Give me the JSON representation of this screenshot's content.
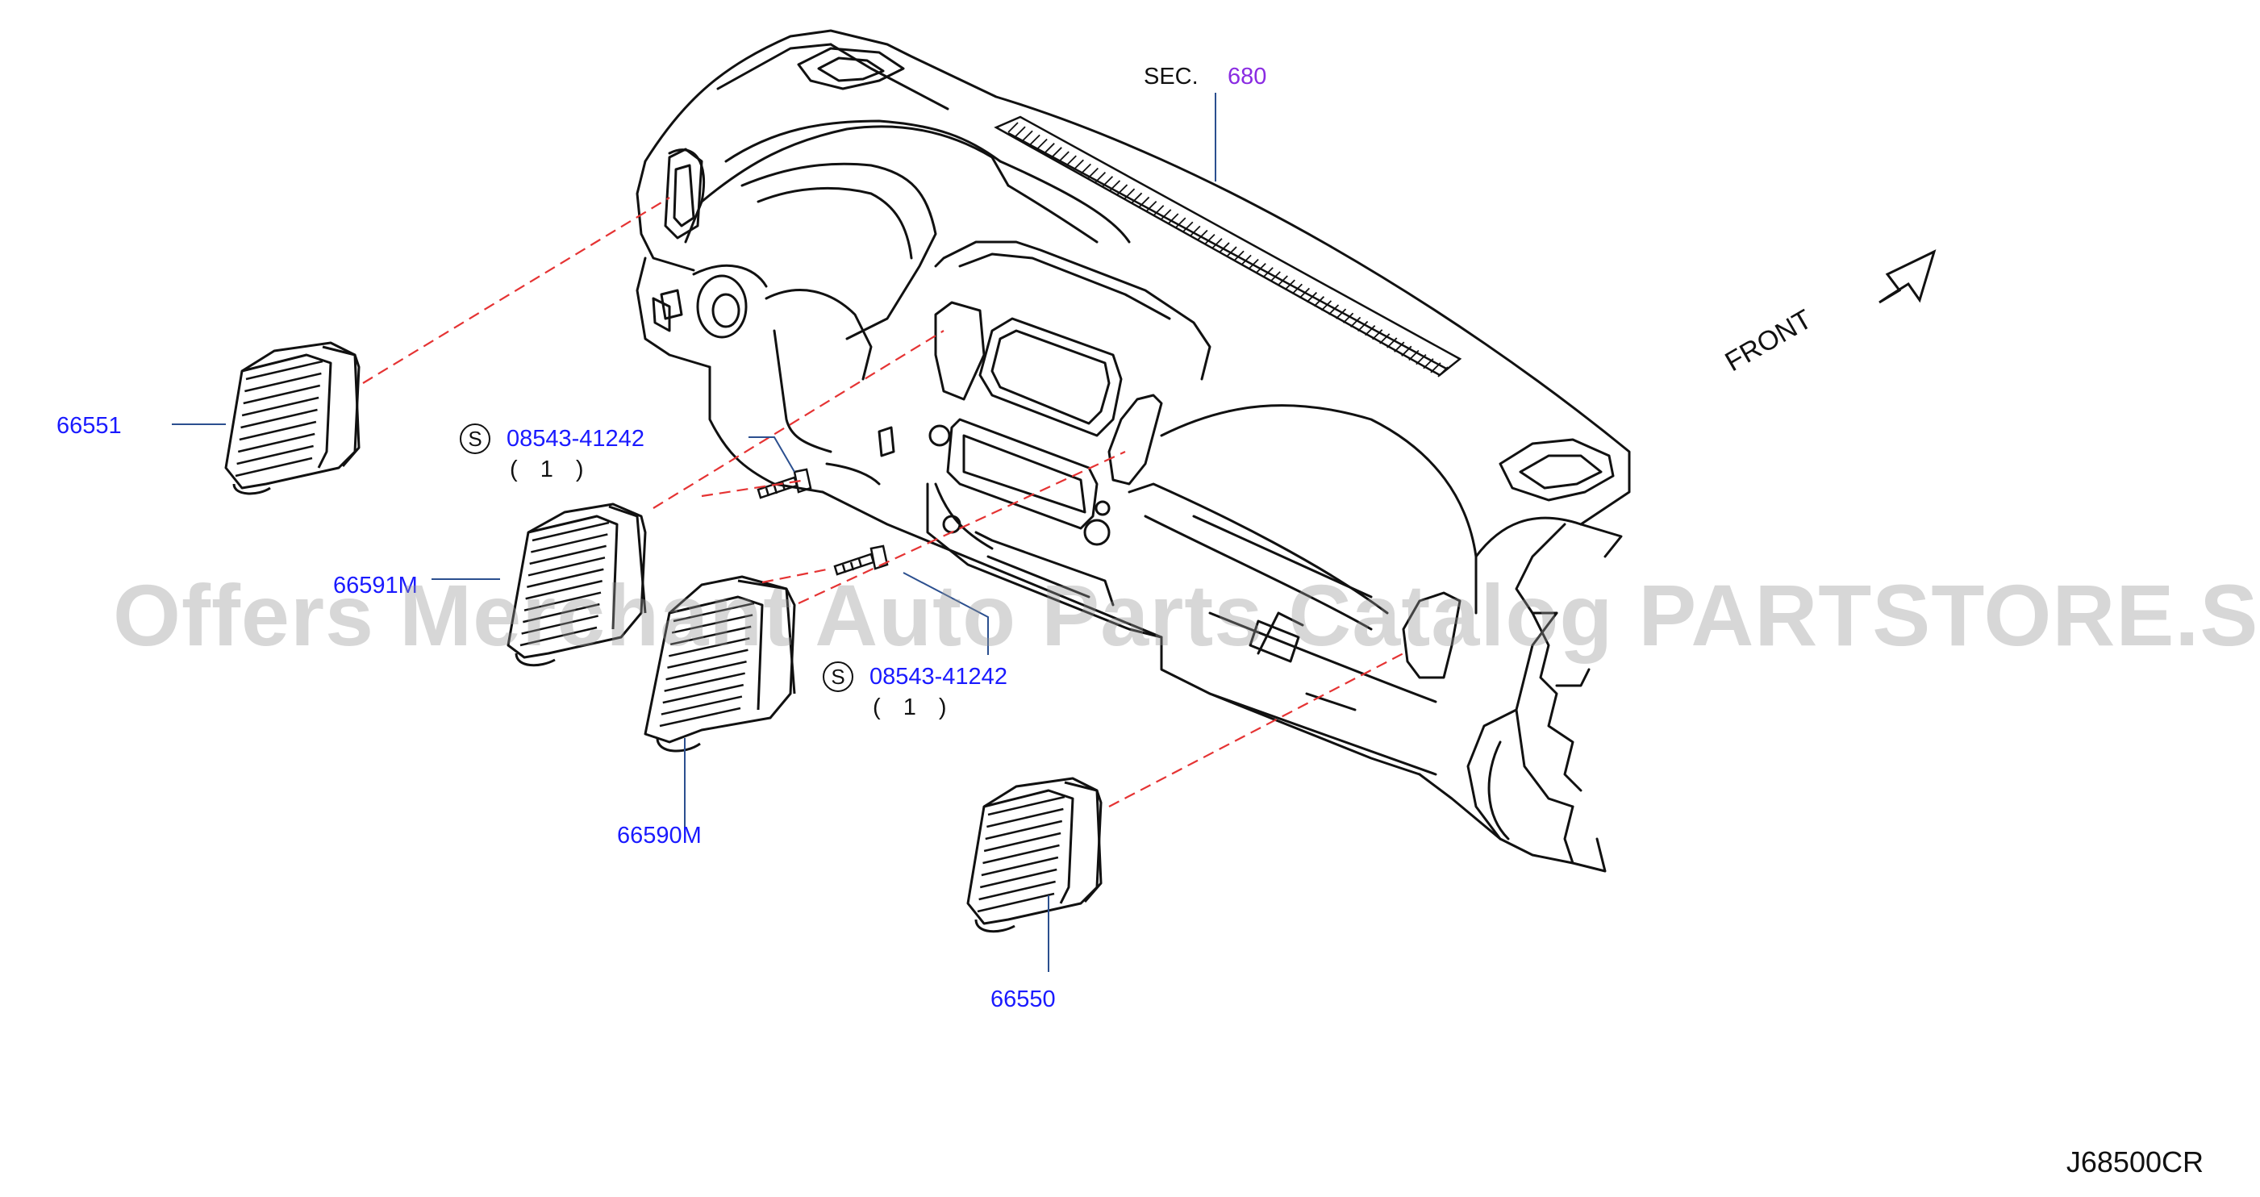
{
  "section_ref": {
    "prefix": "SEC.",
    "number": "680"
  },
  "front_label": "FRONT",
  "parts": [
    {
      "part_no": "66551"
    },
    {
      "part_no": "66591M"
    },
    {
      "part_no": "66590M"
    },
    {
      "part_no": "66550"
    }
  ],
  "screws": [
    {
      "symbol": "S",
      "part_no": "08543-41242",
      "qty": "( 1 )"
    },
    {
      "symbol": "S",
      "part_no": "08543-41242",
      "qty": "( 1 )"
    }
  ],
  "watermark": "Offers Merchant Auto Parts Catalog PARTSTORE.SA",
  "diagram_code": "J68500CR",
  "colors": {
    "line": "#111111",
    "leader": "#2b4f8f",
    "dashed": "#e53333",
    "callout": "#1a1aff",
    "section_number": "#8a2be2"
  }
}
